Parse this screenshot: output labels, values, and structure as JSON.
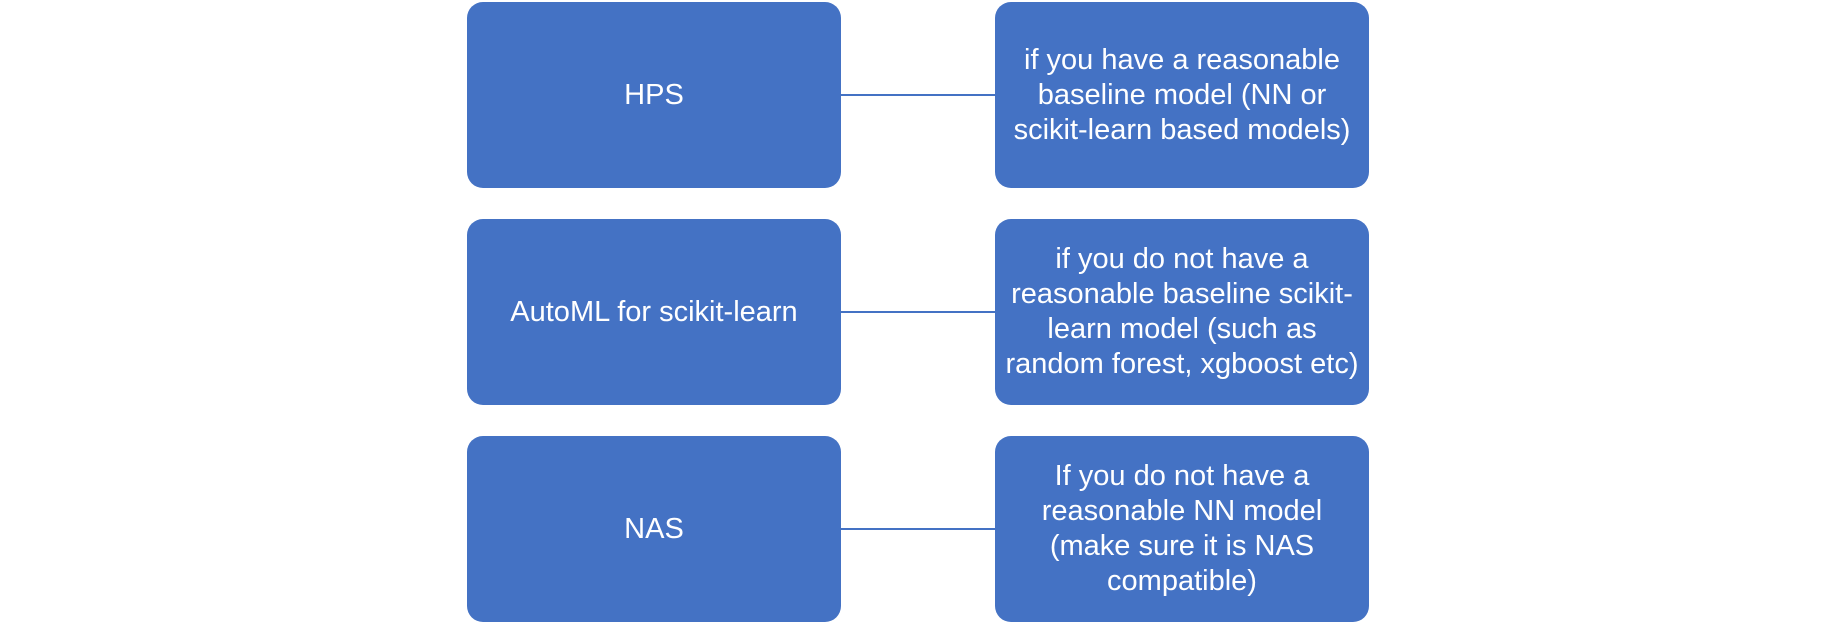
{
  "diagram": {
    "rows": [
      {
        "method": "HPS",
        "condition": "if you have a reasonable baseline model (NN or scikit-learn based models)"
      },
      {
        "method": "AutoML for scikit-learn",
        "condition": "if you do not have a reasonable baseline  scikit-learn model  (such as random forest, xgboost etc)"
      },
      {
        "method": "NAS",
        "condition": "If you do not have a reasonable NN model (make sure it is NAS compatible)"
      }
    ]
  },
  "colors": {
    "box_fill": "#4472c4",
    "connector": "#4472c4",
    "text": "#ffffff"
  }
}
